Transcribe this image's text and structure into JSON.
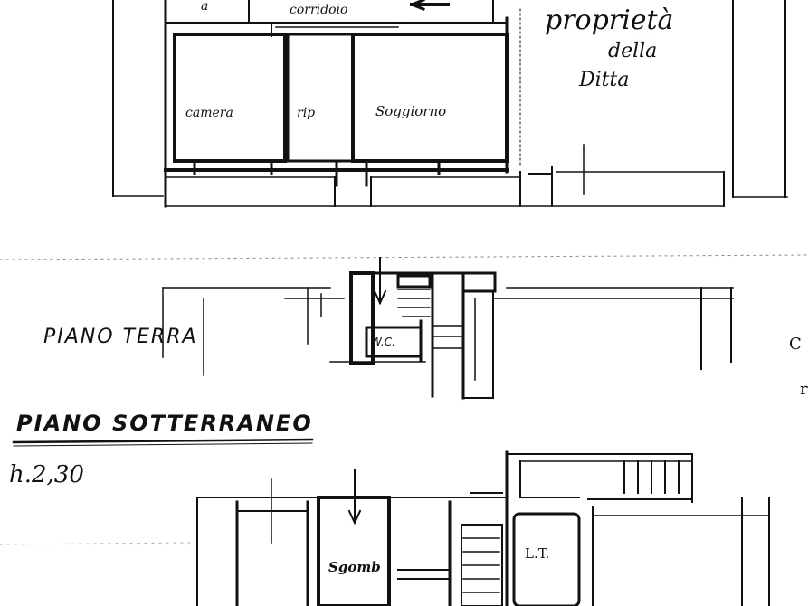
{
  "labels": {
    "corridoio": "corridoio",
    "camera": "camera",
    "rip": "rip",
    "soggiorno": "Soggiorno",
    "a_mark": "a",
    "ditta_line1": "proprietà",
    "ditta_line2": "della",
    "ditta_line3": "Ditta",
    "piano_terra": "PIANO TERRA",
    "wc": "W.C.",
    "piano_sotterraneo": "PIANO SOTTERRANEO",
    "height": "h.2,30",
    "sgombero": "Sgomb",
    "lt": "L.T.",
    "edge_c": "C",
    "edge_r": "r"
  },
  "colors": {
    "ink": "#111111",
    "paper": "#ffffff"
  }
}
